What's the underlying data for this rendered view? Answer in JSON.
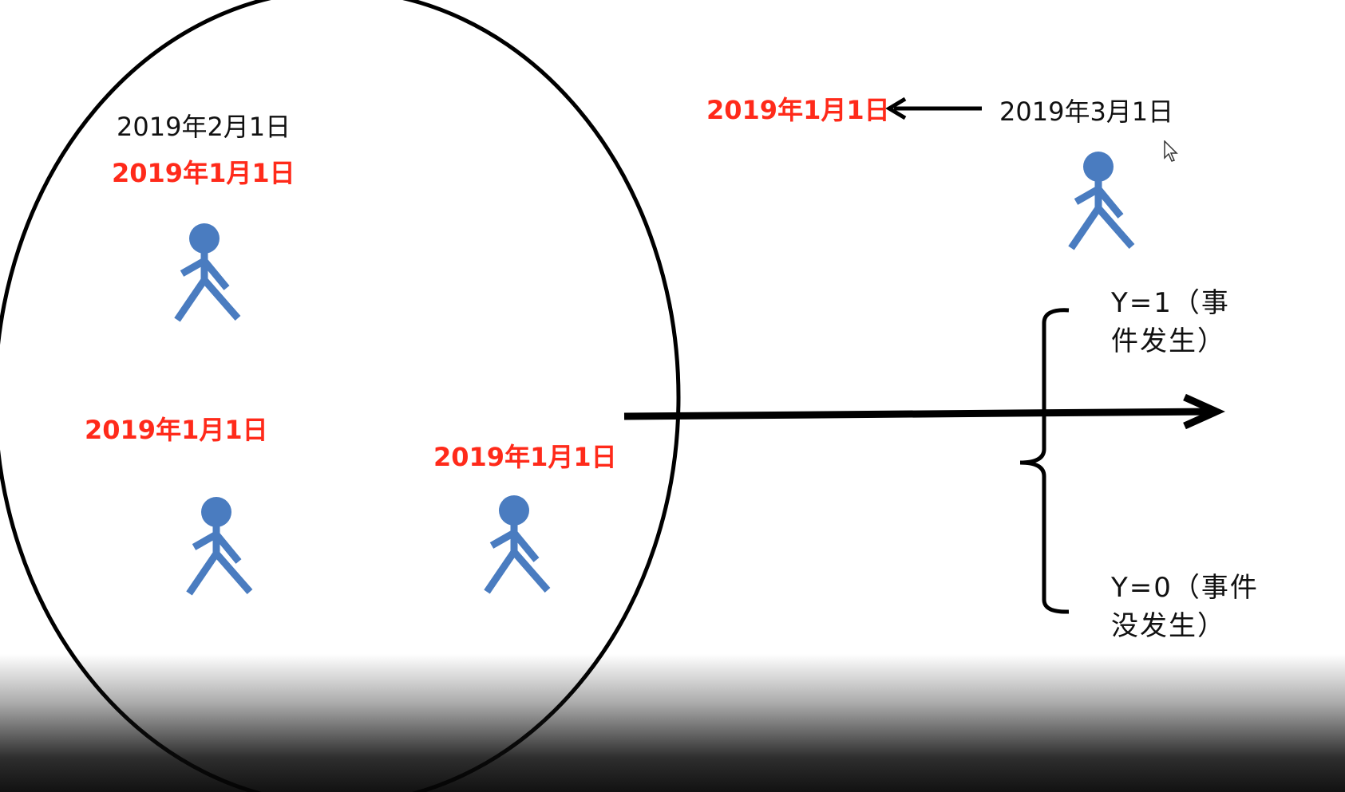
{
  "labels": {
    "top_left_black": "2019年2月1日",
    "top_left_red": "2019年1月1日",
    "mid_left_red": "2019年1月1日",
    "mid_center_red": "2019年1月1日",
    "top_right_red": "2019年1月1日",
    "top_right_black": "2019年3月1日"
  },
  "outcomes": {
    "y1_line1": "Y=1（事",
    "y1_line2": "件发生）",
    "y0_line1": "Y=0（事件",
    "y0_line2": "没发生）"
  },
  "icons": {
    "person": "person-icon",
    "cursor": "mouse-cursor-icon"
  },
  "colors": {
    "person": "#4a7cc0",
    "red_text": "#ff2a1a",
    "line": "#000000"
  }
}
